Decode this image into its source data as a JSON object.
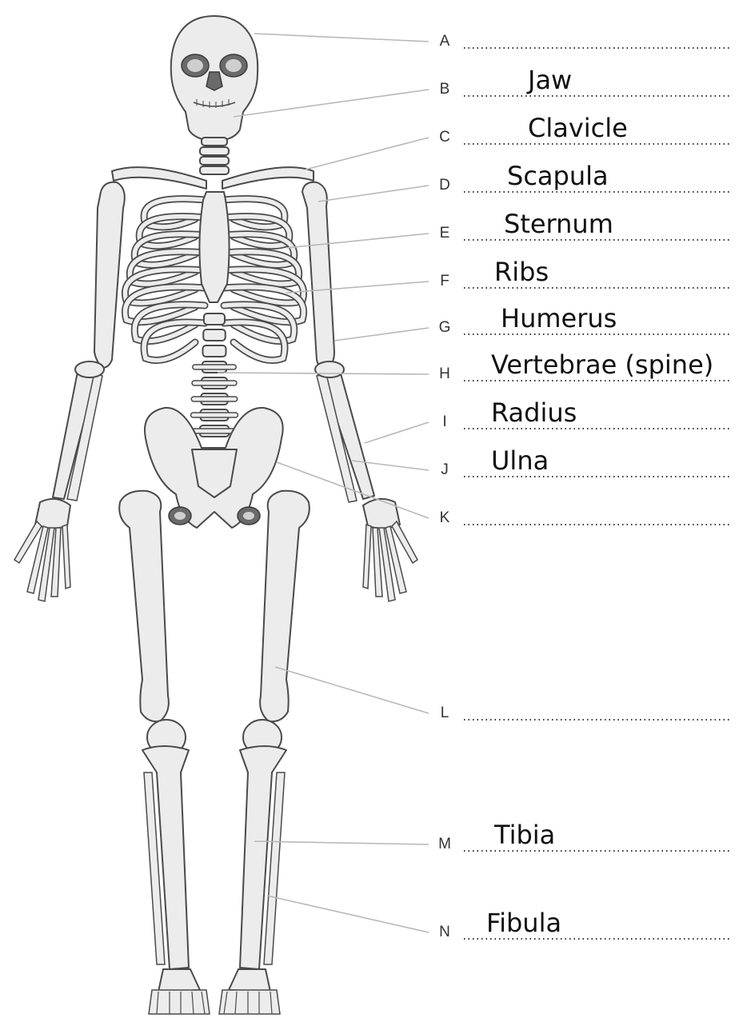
{
  "labels": [
    {
      "letter": "A",
      "answer": ""
    },
    {
      "letter": "B",
      "answer": "Jaw"
    },
    {
      "letter": "C",
      "answer": "Clavicle"
    },
    {
      "letter": "D",
      "answer": "Scapula"
    },
    {
      "letter": "E",
      "answer": "Sternum"
    },
    {
      "letter": "F",
      "answer": "Ribs"
    },
    {
      "letter": "G",
      "answer": "Humerus"
    },
    {
      "letter": "H",
      "answer": "Vertebrae (spine)"
    },
    {
      "letter": "I",
      "answer": "Radius"
    },
    {
      "letter": "J",
      "answer": "Ulna"
    },
    {
      "letter": "K",
      "answer": ""
    },
    {
      "letter": "L",
      "answer": ""
    },
    {
      "letter": "M",
      "answer": "Tibia"
    },
    {
      "letter": "N",
      "answer": "Fibula"
    }
  ]
}
